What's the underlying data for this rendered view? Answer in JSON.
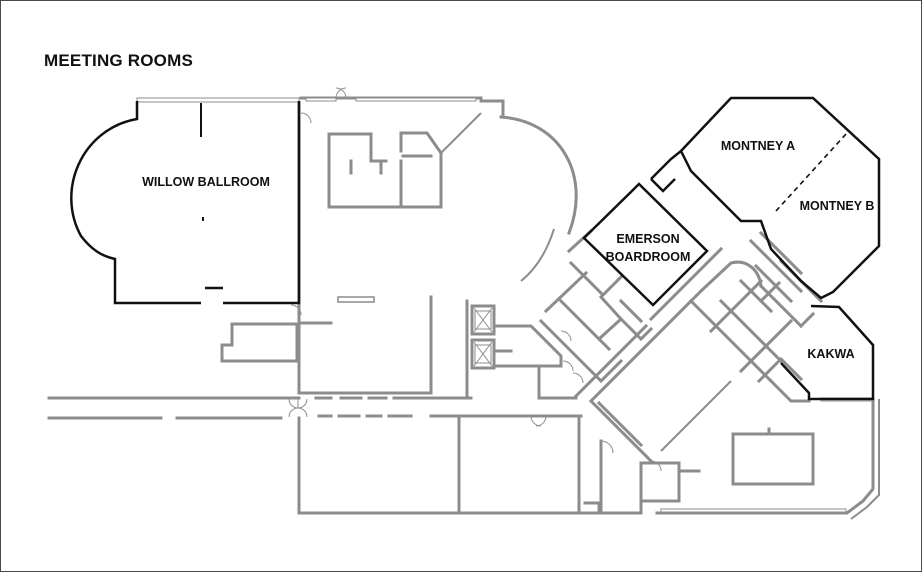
{
  "title": "MEETING ROOMS",
  "rooms": {
    "willow": "WILLOW BALLROOM",
    "montney_a": "MONTNEY A",
    "montney_b": "MONTNEY B",
    "emerson_line1": "EMERSON",
    "emerson_line2": "BOARDROOM",
    "kakwa": "KAKWA"
  },
  "colors": {
    "meeting_room_outline": "#111111",
    "building_walls": "#8c8c8c",
    "background": "#ffffff"
  }
}
